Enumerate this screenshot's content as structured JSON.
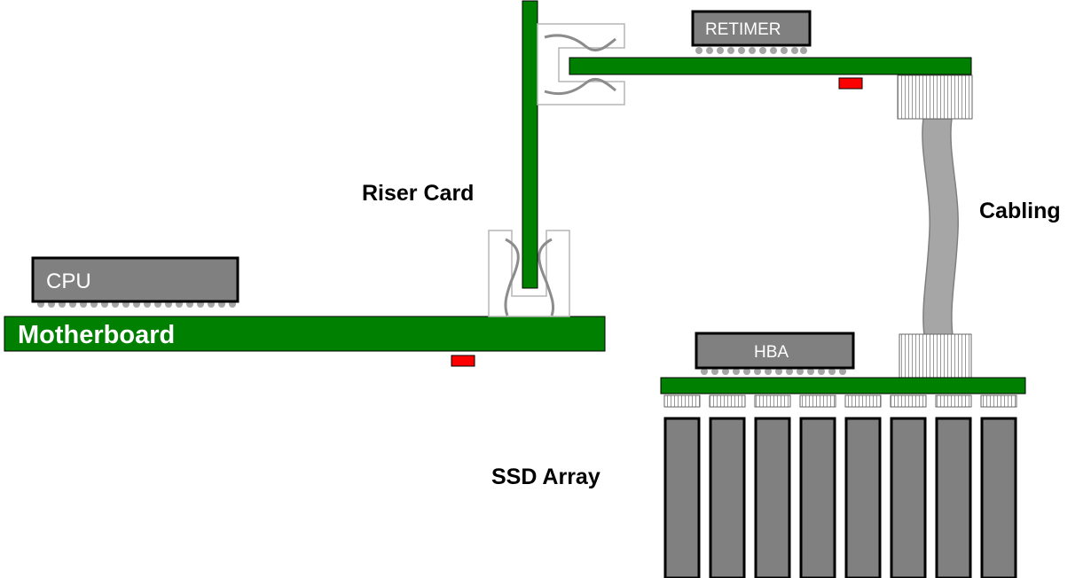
{
  "labels": {
    "cpu": "CPU",
    "retimer": "RETIMER",
    "hba": "HBA",
    "motherboard": "Motherboard",
    "riser_card": "Riser Card",
    "cabling": "Cabling",
    "ssd_array": "SSD Array"
  },
  "colors": {
    "pcb_green": "#008000",
    "chip_gray": "#808080",
    "connector_red": "#ff0000",
    "cable_gray": "#a6a6a6"
  },
  "ssd_count": 8
}
